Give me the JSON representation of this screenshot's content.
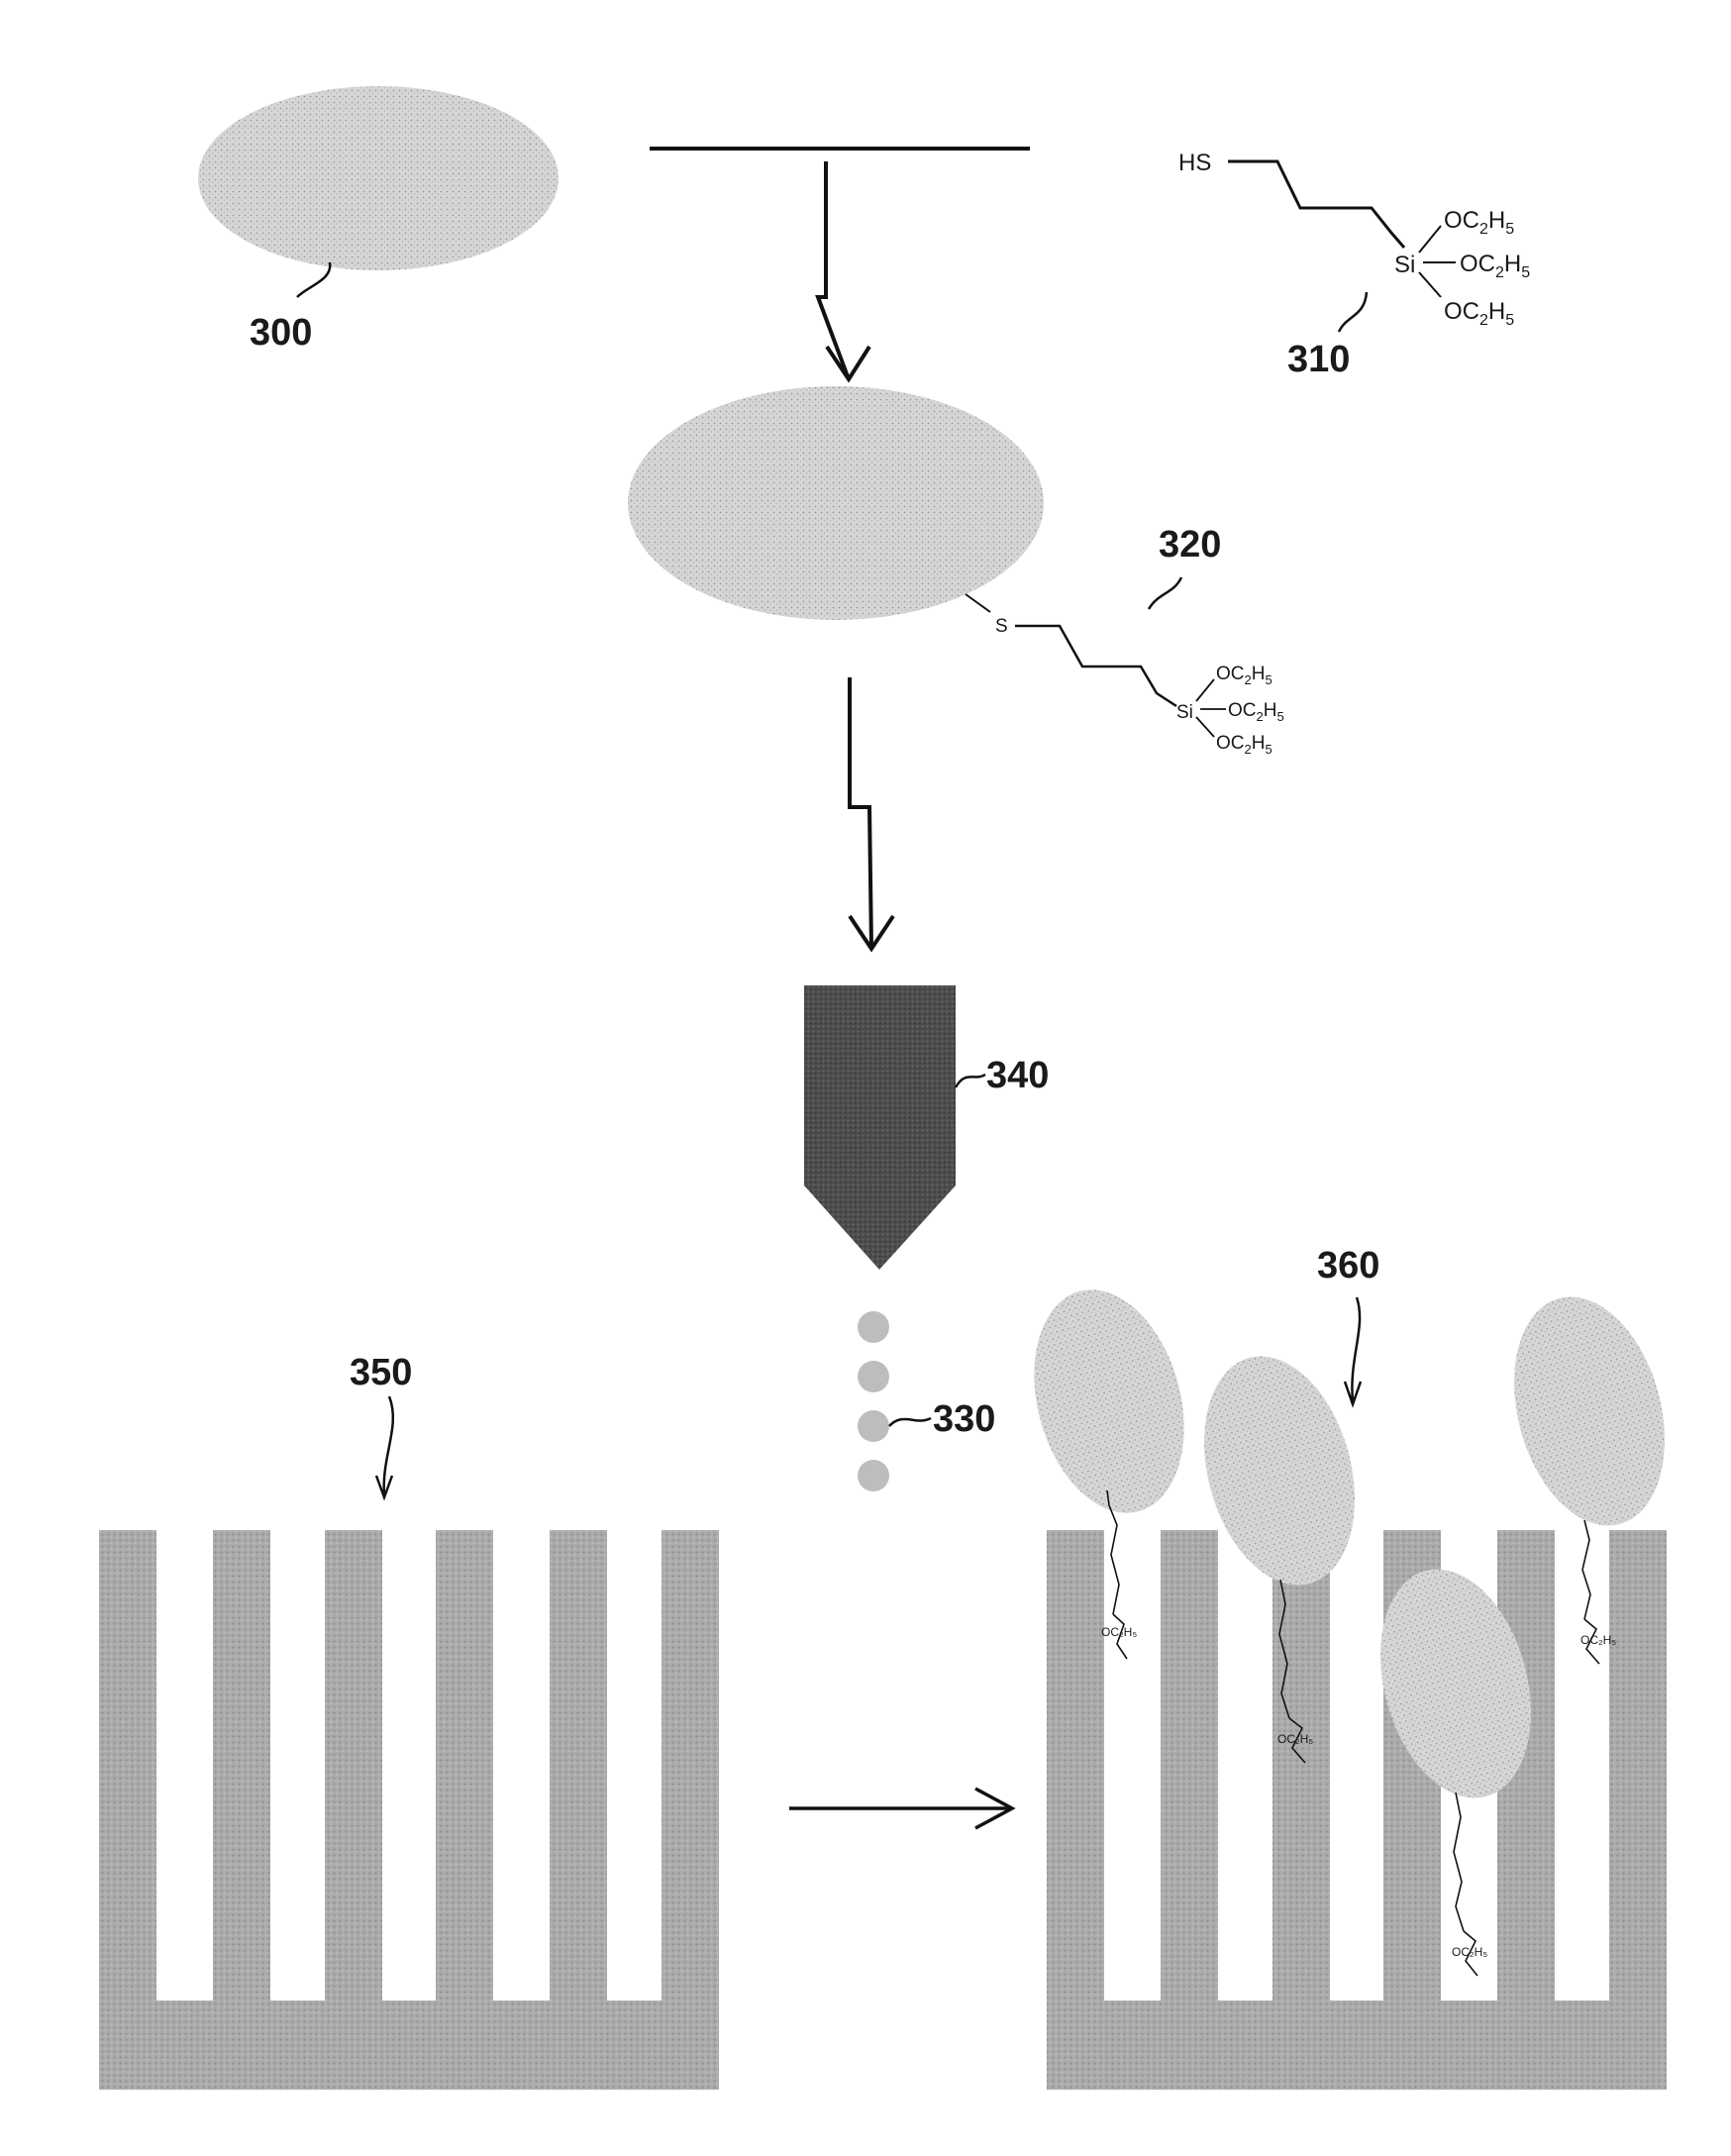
{
  "labels": {
    "particle": "300",
    "silane": "310",
    "modified_particle": "320",
    "droplets": "330",
    "nozzle": "340",
    "substrate": "350",
    "coated_substrate": "360"
  },
  "chem": {
    "thiol_group": "HS",
    "silicon": "Si",
    "s_atom": "S",
    "ethoxy": [
      "OC",
      "2",
      "H",
      "5"
    ]
  },
  "colors": {
    "particle_fill": "#d0d0d0",
    "nozzle_fill": "#4a4a4a",
    "droplet_fill": "#bdbdbd",
    "substrate_fill": "#a9a9a9",
    "line": "#111111"
  }
}
